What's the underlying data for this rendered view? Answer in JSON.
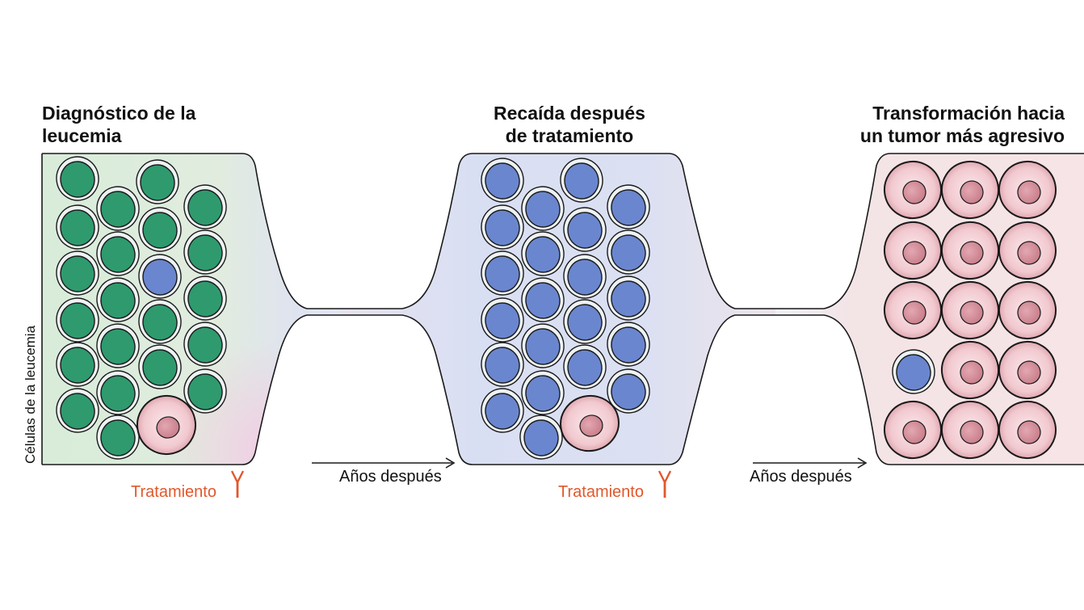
{
  "stages": [
    {
      "id": "diagnosis",
      "title_lines": [
        "Diagnóstico de la",
        "leucemia"
      ]
    },
    {
      "id": "relapse",
      "title_lines": [
        "Recaída después",
        "de tratamiento"
      ]
    },
    {
      "id": "transformation",
      "title_lines": [
        "Transformación hacia",
        "un tumor más agresivo"
      ]
    }
  ],
  "y_axis_label": "Células de la leucemia",
  "treatment_label": "Tratamiento",
  "arrow_label": "Años después",
  "colors": {
    "green_cell": "#2f9a6e",
    "blue_cell": "#6a86cf",
    "pink_cell_outer": "#f0c6cc",
    "pink_cell_nucleus": "#d58e9a",
    "treatment": "#e2572b",
    "outline": "#1a1a1a"
  }
}
